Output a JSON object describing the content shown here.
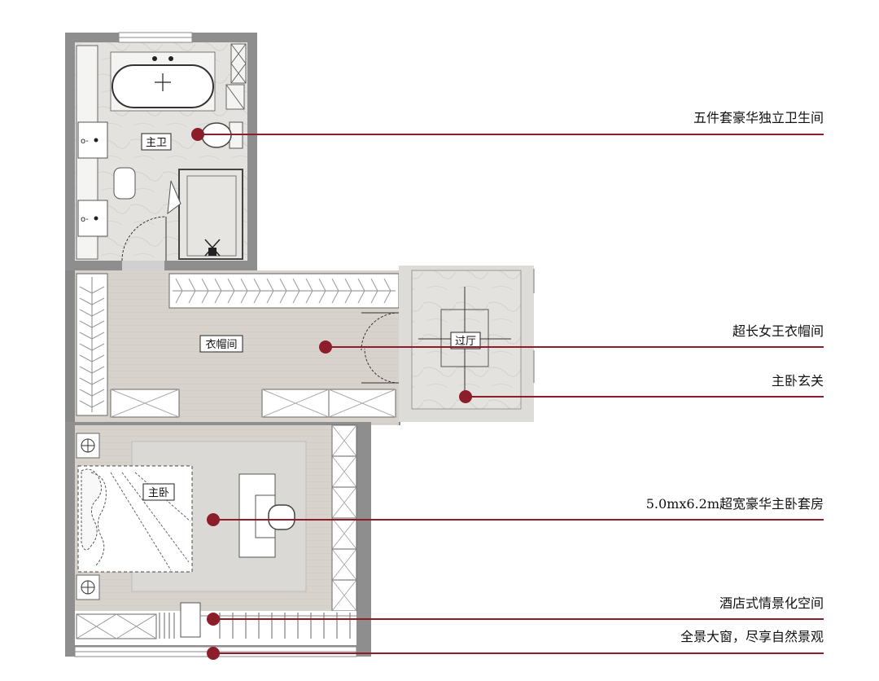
{
  "accent_color": "#8c1d2a",
  "rooms": {
    "master_bath": "主卫",
    "walk_in_closet": "衣帽间",
    "foyer": "过厅",
    "master_bedroom": "主卧"
  },
  "callouts": [
    {
      "text": "五件套豪华独立卫生间"
    },
    {
      "text": "超长女王衣帽间"
    },
    {
      "text": "主卧玄关"
    },
    {
      "text": "5.0mx6.2m超宽豪华主卧套房"
    },
    {
      "text": "酒店式情景化空间"
    },
    {
      "text": "全景大窗，尽享自然景观"
    }
  ]
}
